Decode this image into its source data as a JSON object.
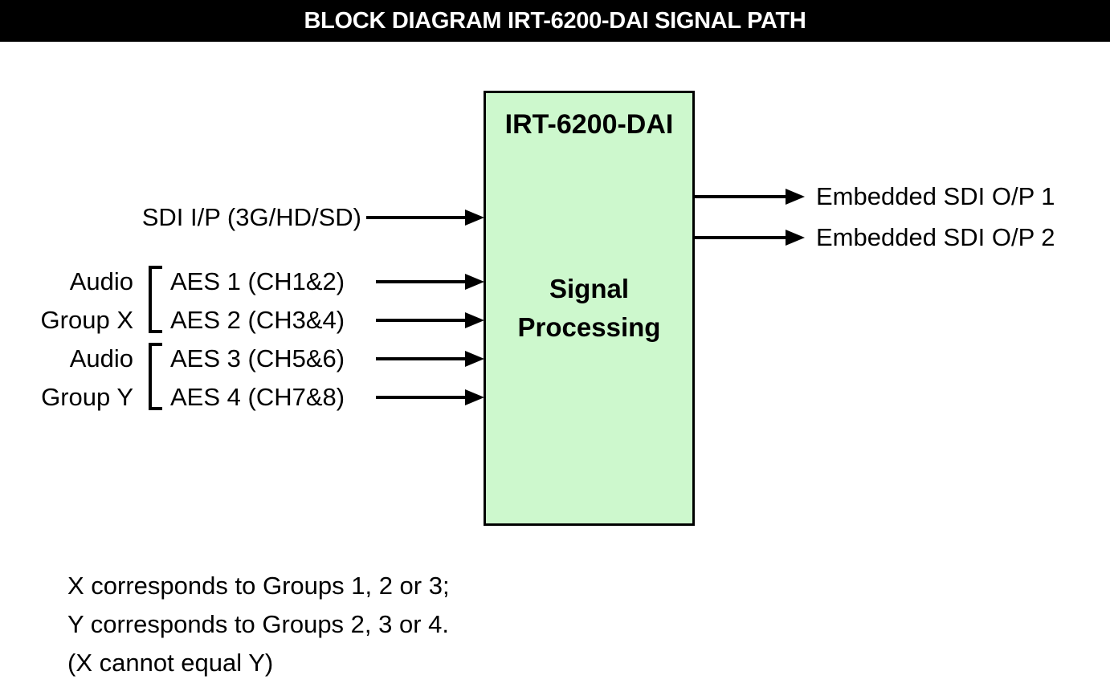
{
  "header": {
    "title": "BLOCK DIAGRAM IRT-6200-DAI SIGNAL PATH"
  },
  "block": {
    "title": "IRT-6200-DAI",
    "label_line1": "Signal",
    "label_line2": "Processing"
  },
  "inputs": {
    "sdi_label": "SDI I/P (3G/HD/SD)",
    "group_x_line1": "Audio",
    "group_x_line2": "Group X",
    "group_y_line1": "Audio",
    "group_y_line2": "Group Y",
    "aes1_label": "AES 1 (CH1&2)",
    "aes2_label": "AES 2 (CH3&4)",
    "aes3_label": "AES 3 (CH5&6)",
    "aes4_label": "AES 4 (CH7&8)"
  },
  "outputs": {
    "out1_label": "Embedded SDI O/P 1",
    "out2_label": "Embedded SDI O/P 2"
  },
  "notes": {
    "line1": "X corresponds to Groups 1, 2 or 3;",
    "line2": "Y corresponds to Groups 2, 3 or 4.",
    "line3": "(X cannot equal Y)"
  },
  "colors": {
    "block_fill": "#cdf8cd",
    "block_border": "#000000",
    "header_bg": "#000000",
    "header_text": "#ffffff",
    "arrow": "#000000"
  }
}
